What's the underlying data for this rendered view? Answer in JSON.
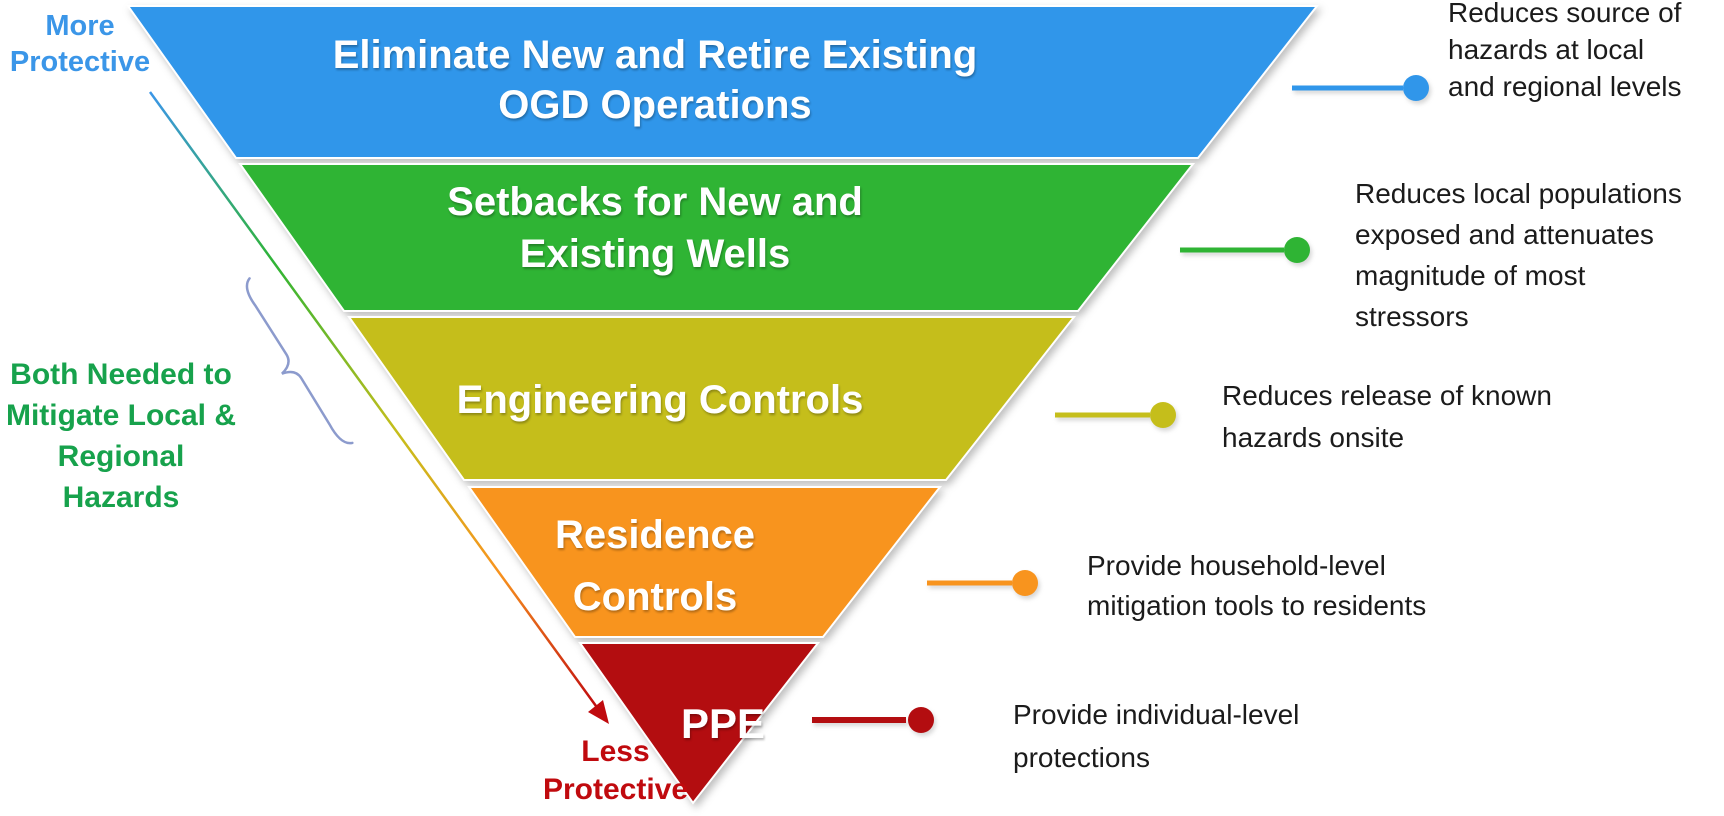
{
  "diagram": {
    "more_protective_label": "More\nProtective",
    "less_protective_label": "Less\nProtective",
    "side_note": "Both Needed to\nMitigate Local &\nRegional Hazards",
    "levels": [
      {
        "label": "Eliminate New and Retire Existing\nOGD Operations",
        "color": "#3096ea",
        "annotation": "Reduces source of\nhazards at local\nand regional levels"
      },
      {
        "label": "Setbacks for New and\nExisting Wells",
        "color": "#2fb434",
        "annotation": "Reduces local populations\nexposed and attenuates\nmagnitude of most\nstressors"
      },
      {
        "label": "Engineering Controls",
        "color": "#c5be1b",
        "annotation": "Reduces release of known\nhazards onsite"
      },
      {
        "label": "Residence\nControls",
        "color": "#f8941e",
        "annotation": "Provide household-level\nmitigation tools to residents"
      },
      {
        "label": "PPE",
        "color": "#b30d10",
        "annotation": "Provide individual-level\nprotections"
      }
    ],
    "colors": {
      "more_protective_text": "#3b96e8",
      "less_protective_text": "#c00a0e",
      "side_note_text": "#17a24c",
      "bracket": "#8c9bcd",
      "annotation_text": "#1b1b1b",
      "band_label_text": "#ffffff",
      "arrow_gradient": [
        "#3b96e8",
        "#2fb434",
        "#c5be1b",
        "#f8941e",
        "#c00a0e"
      ]
    }
  }
}
